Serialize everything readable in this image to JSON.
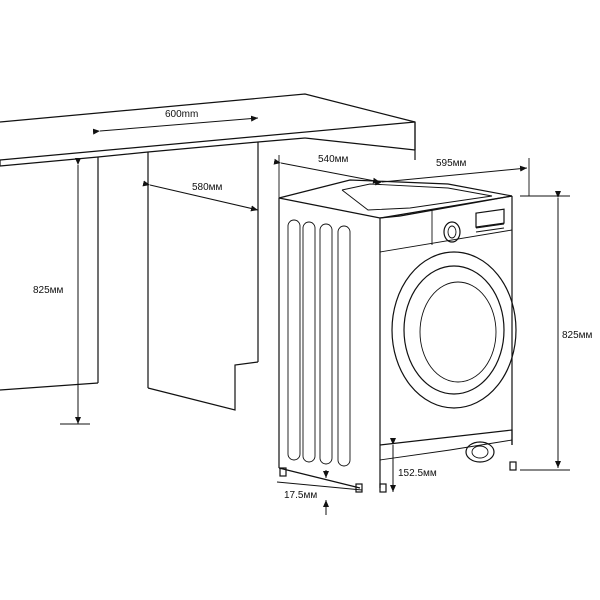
{
  "dimensions": {
    "cabinet_width": "600mm",
    "cabinet_depth": "580мм",
    "cabinet_height": "825мм",
    "machine_depth": "540мм",
    "machine_width": "595мм",
    "machine_height": "825мм",
    "leg_height": "17.5мм",
    "bracket_height": "152.5мм"
  }
}
